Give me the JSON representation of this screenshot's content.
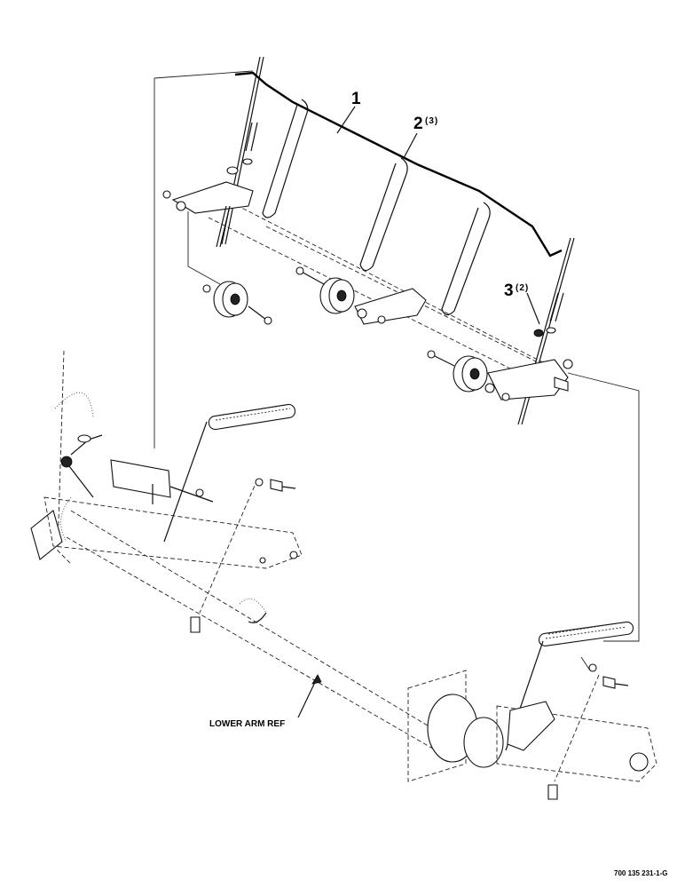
{
  "callouts": [
    {
      "number": "1",
      "qty": ""
    },
    {
      "number": "2",
      "qty": "(3)"
    },
    {
      "number": "3",
      "qty": "(2)"
    }
  ],
  "reference_label": "LOWER ARM REF",
  "drawing_number": "700 135 231-1-G"
}
